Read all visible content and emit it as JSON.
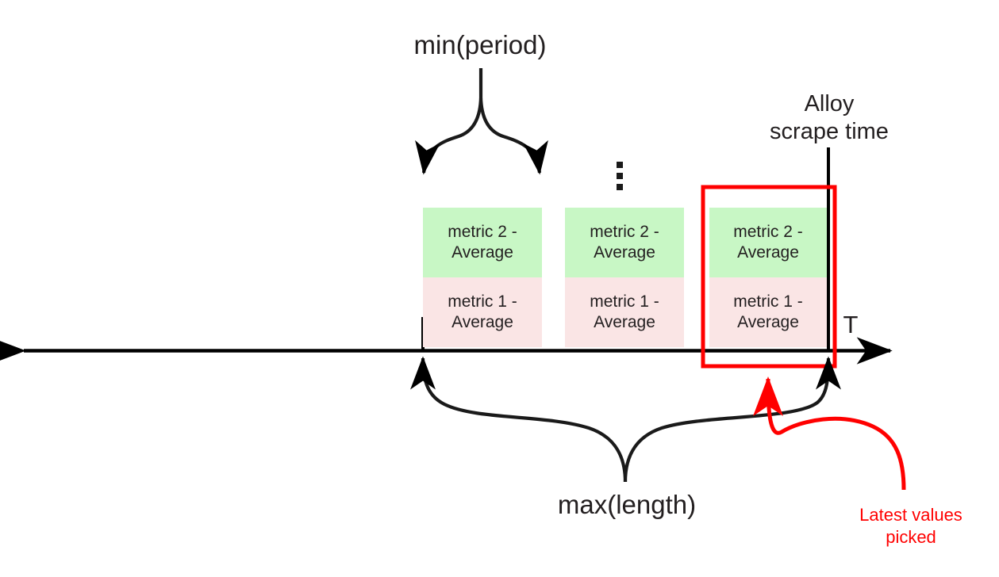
{
  "diagram": {
    "title_labels": {
      "min_period": "min(period)",
      "max_length": "max(length)",
      "alloy_scrape_time": "Alloy\nscrape time",
      "time_axis": "T",
      "latest_values": "Latest values\npicked"
    },
    "colors": {
      "metric2_fill": "#c8f7c5",
      "metric1_fill": "#fae5e5",
      "highlight_stroke": "#ff0000",
      "line_stroke": "#000000",
      "text": "#231f20"
    },
    "axis": {
      "name": "time-axis",
      "label": "T",
      "direction": "bidirectional"
    },
    "ellipsis": "⋮",
    "sample_blocks": [
      {
        "id": "block-1",
        "highlighted": false,
        "rows": [
          {
            "id": "metric-2",
            "label": "metric 2 -\nAverage",
            "fill": "#c8f7c5"
          },
          {
            "id": "metric-1",
            "label": "metric 1 -\nAverage",
            "fill": "#fae5e5"
          }
        ]
      },
      {
        "id": "block-2",
        "highlighted": false,
        "rows": [
          {
            "id": "metric-2",
            "label": "metric 2 -\nAverage",
            "fill": "#c8f7c5"
          },
          {
            "id": "metric-1",
            "label": "metric 1 -\nAverage",
            "fill": "#fae5e5"
          }
        ]
      },
      {
        "id": "block-3",
        "highlighted": true,
        "rows": [
          {
            "id": "metric-2",
            "label": "metric 2 -\nAverage",
            "fill": "#c8f7c5"
          },
          {
            "id": "metric-1",
            "label": "metric 1 -\nAverage",
            "fill": "#fae5e5"
          }
        ]
      }
    ],
    "annotations": [
      {
        "id": "min-period-brace",
        "text": "min(period)",
        "style": "black-double-arrow-brace",
        "points_to": "block-1-width"
      },
      {
        "id": "max-length-brace",
        "text": "max(length)",
        "style": "black-double-arrow-brace",
        "points_to": "block-1-start-to-scrape-time"
      },
      {
        "id": "alloy-scrape-line",
        "text": "Alloy scrape time",
        "style": "black-vertical-line"
      },
      {
        "id": "latest-values-arrow",
        "text": "Latest values picked",
        "style": "red-curved-arrow",
        "points_to": "block-3-highlight"
      }
    ]
  }
}
